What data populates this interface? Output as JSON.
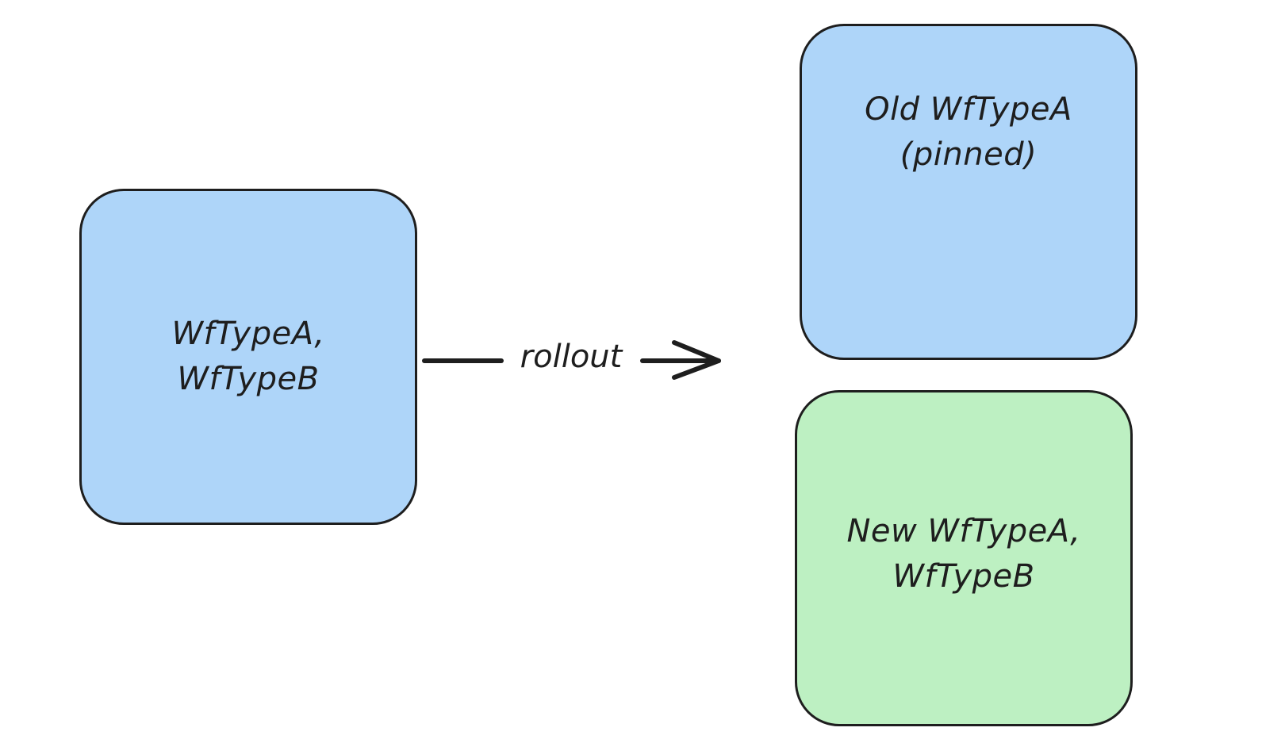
{
  "diagram": {
    "nodes": [
      {
        "id": "source",
        "lines": [
          "WfTypeA,",
          "WfTypeB"
        ],
        "fill": "#aed5f9"
      },
      {
        "id": "old",
        "lines": [
          "Old WfTypeA",
          "(pinned)"
        ],
        "fill": "#aed5f9"
      },
      {
        "id": "new",
        "lines": [
          "New WfTypeA,",
          "WfTypeB"
        ],
        "fill": "#bdf0c2"
      }
    ],
    "edge": {
      "from": "source",
      "label": "rollout"
    },
    "stroke_color": "#1e1e1e"
  }
}
